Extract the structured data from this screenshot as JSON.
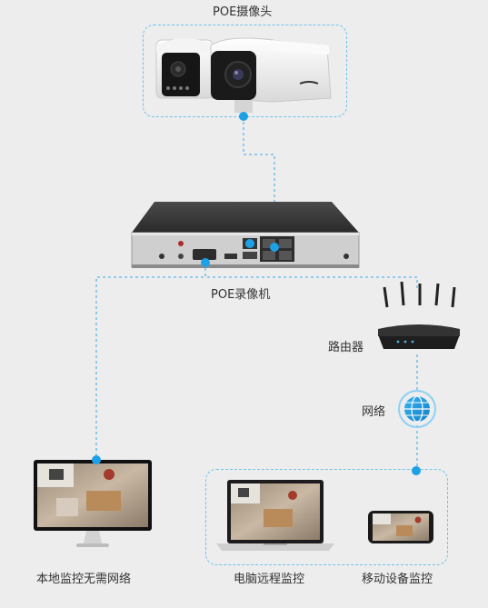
{
  "labels": {
    "camera": "POE摄像头",
    "nvr": "POE录像机",
    "router": "路由器",
    "network": "网络",
    "local_monitor": "本地监控无需网络",
    "pc_monitor": "电脑远程监控",
    "mobile_monitor": "移动设备监控"
  },
  "colors": {
    "accent": "#1ea0e6",
    "dashed": "#6fc3ee",
    "background": "#ededed"
  }
}
